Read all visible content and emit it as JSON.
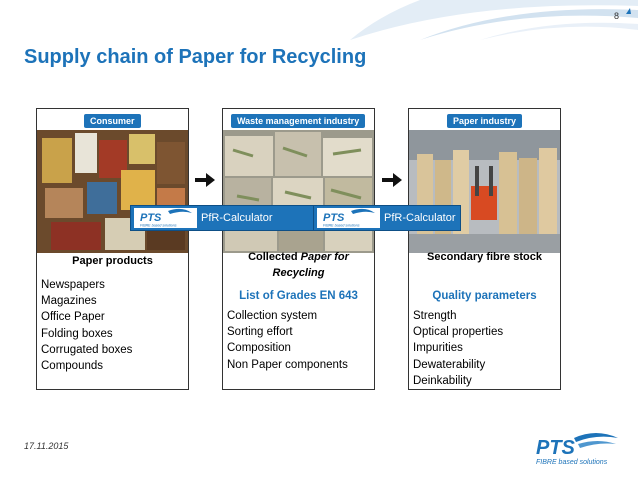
{
  "page_number": "8",
  "title": "Supply chain of Paper for Recycling",
  "columns": [
    {
      "tag": "Consumer",
      "photo_icon": "consumer-products-photo",
      "heading": "Paper products",
      "subheading": "",
      "items": [
        "Newspapers",
        "Magazines",
        "Office Paper",
        "Folding boxes",
        "Corrugated boxes",
        "Compounds"
      ]
    },
    {
      "tag": "Waste management industry",
      "photo_icon": "baled-waste-paper-photo",
      "heading_plain": "Collected ",
      "heading_italic": "Paper for Recycling",
      "subheading": "List of Grades EN 643",
      "items": [
        "Collection system",
        "Sorting effort",
        "Composition",
        "Non Paper components"
      ]
    },
    {
      "tag": "Paper industry",
      "photo_icon": "paper-rolls-warehouse-photo",
      "heading": "Secondary fibre stock",
      "subheading": "Quality parameters",
      "items": [
        "Strength",
        "Optical properties",
        "Impurities",
        "Dewaterability",
        "Deinkability"
      ]
    }
  ],
  "calculators": [
    {
      "logo_text": "PTS",
      "logo_subtext": "FIBRE based solutions",
      "label": "PfR-Calculator"
    },
    {
      "logo_text": "PTS",
      "logo_subtext": "FIBRE based solutions",
      "label": "PfR-Calculator"
    }
  ],
  "date": "17.11.2015",
  "footer_logo": {
    "text": "PTS",
    "subtext": "FIBRE based solutions"
  },
  "colors": {
    "accent": "#1d73b9",
    "text": "#000000",
    "background": "#ffffff"
  }
}
